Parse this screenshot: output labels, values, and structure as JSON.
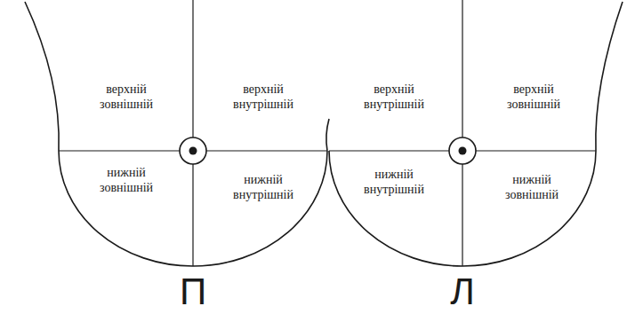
{
  "diagram": {
    "labels": [
      "верхній зовнішній",
      "верхній внутрішній",
      "верхній внутрішній",
      "верхній зовнішній",
      "нижній зовнішній",
      "нижній внутрішній",
      "нижній внутрішній",
      "нижній зовнішній",
      "П",
      "Л"
    ]
  }
}
